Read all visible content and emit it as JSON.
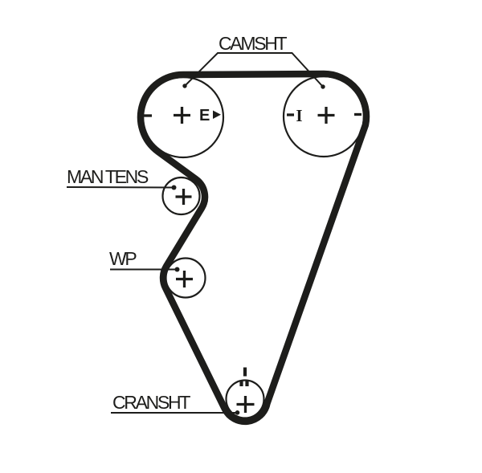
{
  "diagram": {
    "type": "timing-belt-routing",
    "labels": {
      "camshaft": "CAMSHT",
      "manual_tensioner": "MAN TENS",
      "water_pump": "WP",
      "crankshaft": "CRANSHT"
    },
    "pulley_marks": {
      "exhaust_cam": "E",
      "intake_cam": "I"
    },
    "components": [
      {
        "name": "camshaft-exhaust-pulley",
        "mark": "E with right arrow, plus and minus marks"
      },
      {
        "name": "camshaft-intake-pulley",
        "mark": "minus, I, plus, minus marks"
      },
      {
        "name": "manual-tensioner-pulley",
        "mark": "plus mark"
      },
      {
        "name": "water-pump-pulley",
        "mark": "plus mark"
      },
      {
        "name": "crankshaft-pulley",
        "mark": "plus mark with timing tick and double dash above"
      }
    ]
  },
  "colors": {
    "ink": "#1d1d1b",
    "background": "#ffffff"
  }
}
